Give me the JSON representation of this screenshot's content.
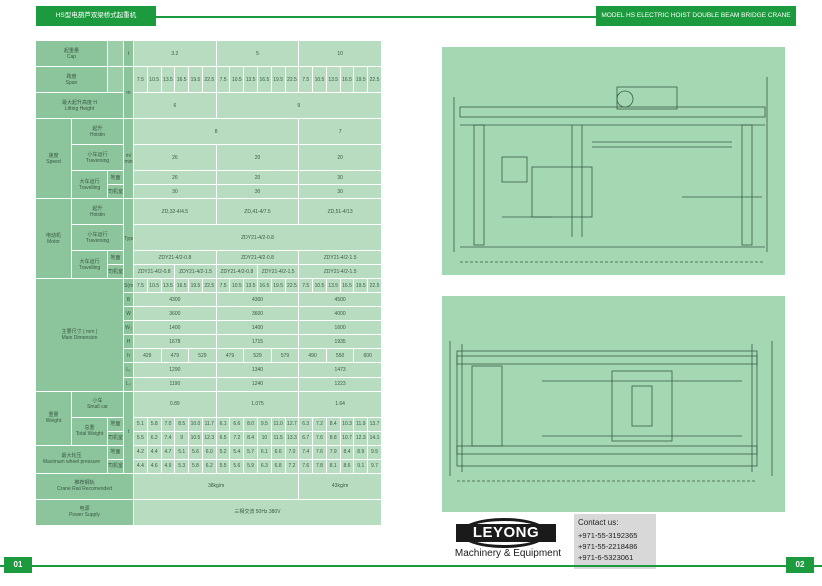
{
  "header": {
    "left_title": "HS型电葫芦双梁桥式起重机",
    "right_title": "MODEL HS ELECTRIC HOIST DOUBLE BEAM BRIDGE CRANE"
  },
  "pages": {
    "left": "01",
    "right": "02"
  },
  "table": {
    "lbl": {
      "cap": "起重量",
      "cap_en": "Cap",
      "t": "t",
      "span": "跨度",
      "span_en": "Span",
      "m": "m",
      "lift": "最大起升高度 H",
      "lift_en": "Lifting Height",
      "hoist": "起升",
      "hoist_en": "Hoistin",
      "speed": "速度",
      "speed_en": "Speed",
      "trav_small": "小车运行",
      "trav_small_en": "Traversing",
      "trav_big": "大车运行",
      "trav_big_en": "Travelling",
      "ground": "地面",
      "cab": "司机室",
      "mmin": "m/ min",
      "motor": "电动机",
      "motor_en": "Motor",
      "type": "Type",
      "dim": "主要尺寸 ( mm )",
      "dim_en": "Main Dimension",
      "weight": "重量",
      "weight_en": "Weight",
      "small_car": "小车",
      "small_car_en": "Small car",
      "total": "总重",
      "total_en": "Total Weight",
      "wheel": "最大轮压",
      "wheel_en": "Maximum wheel pressure",
      "rail": "推荐钢轨",
      "rail_en": "Crane Rail Recomended",
      "power": "电源",
      "power_en": "Power Supply",
      "power_val": "三相交流 50Hz 380V",
      "dim_rows": [
        "S(m)",
        "B",
        "W",
        "W₂",
        "H",
        "h",
        "L₁",
        "L₂"
      ]
    },
    "caps": [
      "3.2",
      "5",
      "10"
    ],
    "spans": [
      "7.5",
      "10.5",
      "13.5",
      "16.5",
      "19.5",
      "22.5",
      "7.5",
      "10.5",
      "13.5",
      "16.5",
      "19.5",
      "22.5",
      "7.5",
      "10.5",
      "13.5",
      "16.5",
      "19.5",
      "22.5"
    ],
    "lift_vals": [
      "6",
      "9"
    ],
    "hoist_vals": [
      "8",
      "7"
    ],
    "trav_small_vals": [
      "26",
      "20",
      "20"
    ],
    "trav_big_ground": [
      "26",
      "20",
      "30"
    ],
    "trav_big_cab": [
      "30",
      "30",
      "30"
    ],
    "motor_hoist": [
      "ZD,32-4/4.5",
      "ZD,41-4/7.5",
      "ZD,51-4/13"
    ],
    "motor_small": "ZDY21-4/2-0.8",
    "motor_big_ground": [
      "ZDY21-4/2-0.8",
      "ZDY21-4/2-0.8",
      "ZDY21-4/2-1.5"
    ],
    "motor_big_cab": [
      "ZDY21-4/2-0.8",
      "ZDY21-4/2-1.5",
      "ZDY21-4/2-0.8",
      "ZDY21-4/2-1.5",
      "ZDY21-4/2-1.5"
    ],
    "B": [
      "4300",
      "4300",
      "4500"
    ],
    "W": [
      "3600",
      "3600",
      "4000"
    ],
    "W2": [
      "1400",
      "1400",
      "1600"
    ],
    "H": [
      "1678",
      "1715",
      "1935"
    ],
    "h": [
      "429",
      "479",
      "529",
      "479",
      "529",
      "579",
      "490",
      "550",
      "600"
    ],
    "L1": [
      "1290",
      "1340",
      "1473"
    ],
    "L2": [
      "1190",
      "1240",
      "1223"
    ],
    "small_car_vals": [
      "0.89",
      "1.075",
      "1.64"
    ],
    "total_ground": [
      "5.1",
      "5.8",
      "7.0",
      "8.5",
      "10.0",
      "11.7",
      "6.1",
      "6.6",
      "8.0",
      "9.5",
      "11.0",
      "12.7",
      "6.3",
      "7.2",
      "8.4",
      "10.3",
      "11.9",
      "13.7"
    ],
    "total_cab": [
      "5.5",
      "6.2",
      "7.4",
      "9",
      "10.5",
      "12.3",
      "6.5",
      "7.2",
      "8.4",
      "10",
      "11.5",
      "13.3",
      "6.7",
      "7.6",
      "8.8",
      "10.7",
      "12.3",
      "14.1"
    ],
    "wheel_ground": [
      "4.2",
      "4.4",
      "4.7",
      "5.1",
      "5.6",
      "6.0",
      "5.2",
      "5.4",
      "5.7",
      "6.1",
      "6.6",
      "7.0",
      "7.4",
      "7.6",
      "7.9",
      "8.4",
      "8.9",
      "9.5"
    ],
    "wheel_cab": [
      "4.4",
      "4.6",
      "4.9",
      "5.3",
      "5.8",
      "6.2",
      "5.5",
      "5.6",
      "5.9",
      "6.3",
      "6.8",
      "7.2",
      "7.6",
      "7.8",
      "8.1",
      "8.6",
      "9.1",
      "9.7"
    ],
    "rail_vals": [
      "38kg/m",
      "43kg/m"
    ]
  },
  "contact": {
    "title": "Contact us:",
    "phones": [
      "+971-55-3192365",
      "+971-55-2218486",
      "+971-6-5323061"
    ]
  },
  "logo": {
    "brand": "LEYONG",
    "subtitle": "Machinery & Equipment"
  }
}
